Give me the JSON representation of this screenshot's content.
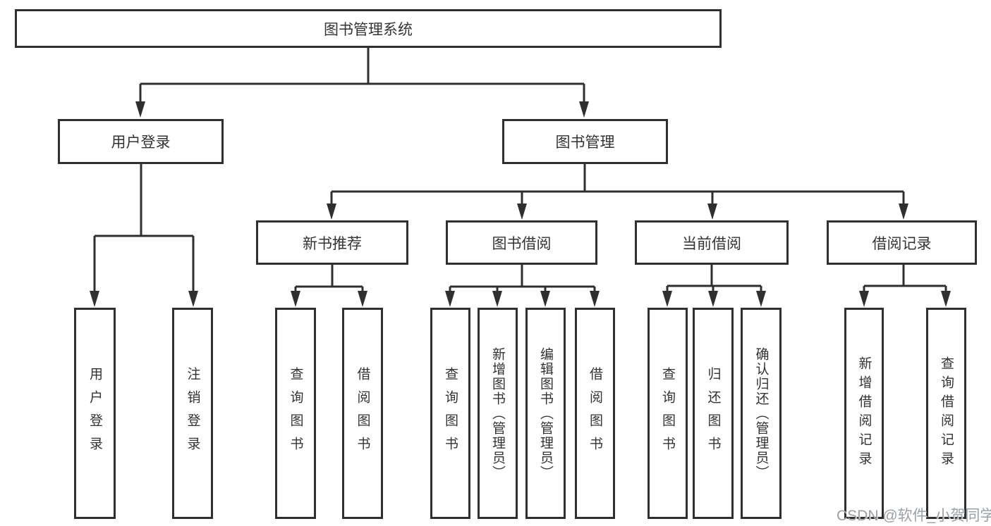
{
  "diagram": {
    "root": {
      "label": "图书管理系统"
    },
    "level2": {
      "user_login": {
        "label": "用户登录"
      },
      "book_mgmt": {
        "label": "图书管理"
      }
    },
    "level3": {
      "new_book_rec": {
        "label": "新书推荐"
      },
      "book_borrow": {
        "label": "图书借阅"
      },
      "current_borrow": {
        "label": "当前借阅"
      },
      "borrow_records": {
        "label": "借阅记录"
      }
    },
    "leaves": {
      "login_user_login": {
        "label": "用户登录"
      },
      "login_logout": {
        "label": "注销登录"
      },
      "rec_query_book": {
        "label": "查询图书"
      },
      "rec_borrow_book": {
        "label": "借阅图书"
      },
      "bor_query_book": {
        "label": "查询图书"
      },
      "bor_add_book": {
        "label": "新增图书（管理员）"
      },
      "bor_edit_book": {
        "label": "编辑图书（管理员）"
      },
      "bor_borrow_book": {
        "label": "借阅图书"
      },
      "cur_query_book": {
        "label": "查询图书"
      },
      "cur_return_book": {
        "label": "归还图书"
      },
      "cur_confirm_return": {
        "label": "确认归还（管理员）"
      },
      "recd_add_record": {
        "label": "新增借阅记录"
      },
      "recd_query_record": {
        "label": "查询借阅记录"
      }
    }
  },
  "watermark": {
    "text": "CSDN @软件_小贺同学"
  },
  "colors": {
    "line": "#2f2f2f",
    "box_border": "#2f2f2f",
    "text": "#333333",
    "watermark": "#9aa0a6",
    "background": "#ffffff"
  }
}
